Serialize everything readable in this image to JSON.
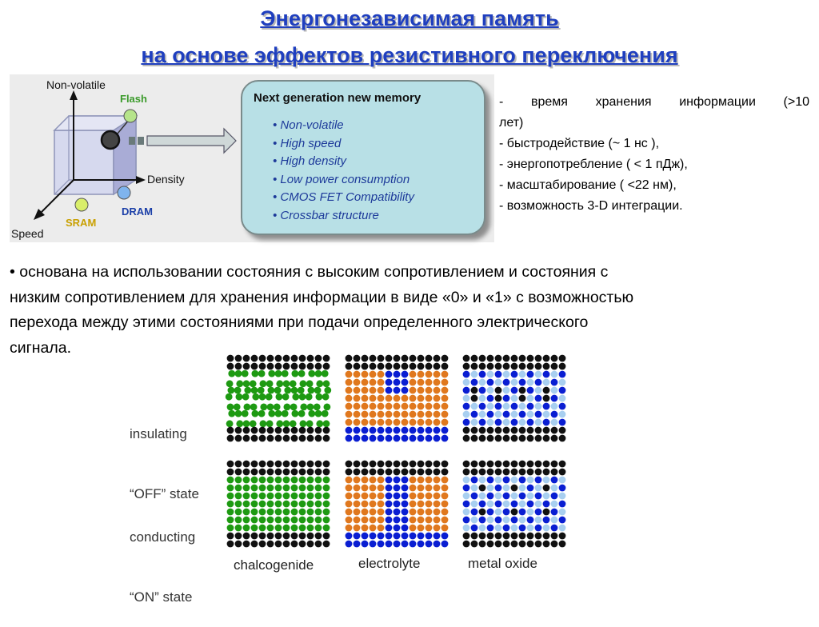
{
  "title": {
    "line1": "Энергонезависимая память",
    "line2": "на основе эффектов резистивного переключения"
  },
  "diagram": {
    "axis_nonvolatile": "Non-volatile",
    "axis_density": "Density",
    "axis_speed": "Speed",
    "node_flash": "Flash",
    "node_sram": "SRAM",
    "node_dram": "DRAM",
    "colors": {
      "flash": "#3a9a2a",
      "sram": "#c9a000",
      "dram": "#1b3fa8",
      "cube": "#cdd2ea"
    }
  },
  "memory_box": {
    "title": "Next generation new memory",
    "items": [
      "• Non-volatile",
      "• High speed",
      "• High density",
      "• Low power consumption",
      "• CMOS FET Compatibility",
      "• Crossbar structure"
    ]
  },
  "properties": [
    "- время хранения информации (>10",
    "лет)",
    "- быстродействие (~ 1 нс ),",
    "- энергопотребление ( < 1 пДж),",
    "- масштабирование ( <22 нм),",
    "- возможность 3-D интеграции."
  ],
  "paragraph": {
    "line1": "•  основана на использовании состояния с высоким сопротивлением и состояния с",
    "line2": "низким сопротивлением для хранения информации в виде «0» и «1» с возможностью",
    "line3": "перехода между этими состояниями при подачи определенного электрического",
    "line4": "сигнала."
  },
  "states": {
    "off_line1": "insulating",
    "off_line2": "“OFF” state",
    "on_line1": "conducting",
    "on_line2": "“ON” state"
  },
  "materials": {
    "chalcogenide": "chalcogenide",
    "electrolyte": "electrolyte",
    "metal_oxide": "metal oxide"
  },
  "dot_colors": {
    "black": "#111111",
    "green": "#1e9a12",
    "orange": "#e0781e",
    "blue": "#0a1ed2",
    "lightblue": "#a8cff0"
  }
}
